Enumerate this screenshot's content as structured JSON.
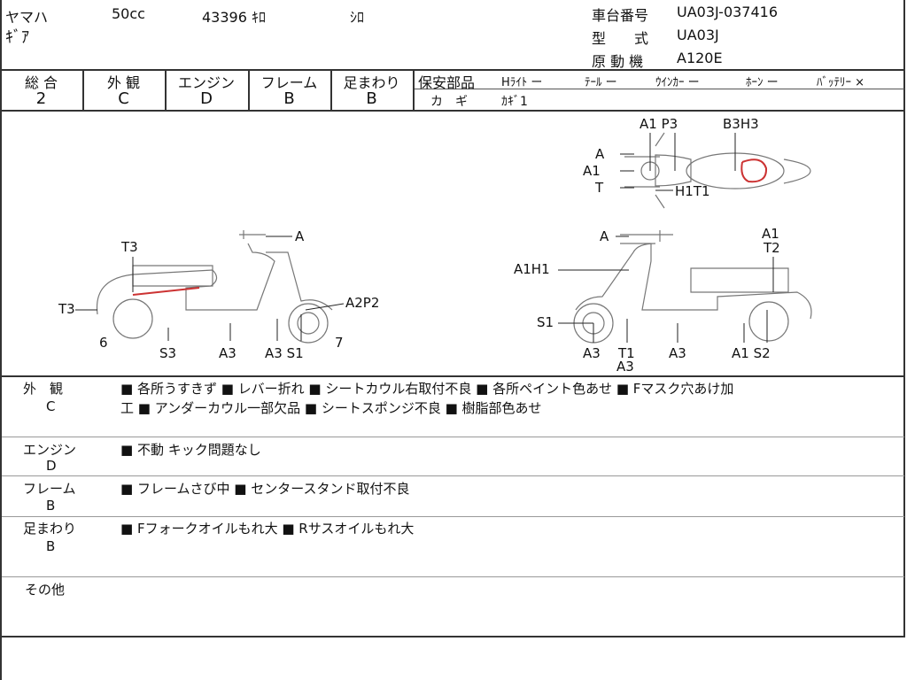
{
  "header": {
    "maker": "ヤマハ",
    "displacement": "50cc",
    "mileage": "43396 ｷﾛ",
    "color": "ｼﾛ",
    "model_name": "ｷﾞｱ",
    "frame_no_label": "車台番号",
    "frame_no": "UA03J-037416",
    "type_label": "型　　式",
    "type": "UA03J",
    "engine_label": "原 動 機",
    "engine": "A120E"
  },
  "grades": [
    {
      "label": "総 合",
      "value": "2"
    },
    {
      "label": "外 観",
      "value": "C"
    },
    {
      "label": "エンジン",
      "value": "D"
    },
    {
      "label": "フレーム",
      "value": "B"
    },
    {
      "label": "足まわり",
      "value": "B"
    }
  ],
  "safety": {
    "label": "保安部品",
    "items": [
      "Hﾗｲﾄ ー",
      "ﾃｰﾙ ー",
      "ｳｲﾝｶｰ ー",
      "ﾎｰﾝ ー",
      "ﾊﾞｯﾃﾘｰ ×"
    ],
    "key_label": "カ　ギ",
    "key_value": "ｶｷﾞ1"
  },
  "diagram": {
    "top": [
      "A1 P3",
      "B3H3",
      "A",
      "A1",
      "T",
      "H1T1"
    ],
    "left": [
      "A",
      "T3",
      "T3",
      "A2P2",
      "6",
      "7",
      "S3",
      "A3",
      "A3 S1"
    ],
    "right": [
      "A",
      "A1",
      "T2",
      "A1H1",
      "S1",
      "A3",
      "T1",
      "A3",
      "A3",
      "A1 S2"
    ]
  },
  "remarks": [
    {
      "label": "外　観",
      "grade": "C",
      "lines": [
        "■ 各所うすきず ■ レバー折れ ■ シートカウル右取付不良 ■ 各所ペイント色あせ ■ Fマスク穴あけ加",
        "工 ■ アンダーカウル一部欠品 ■ シートスポンジ不良 ■ 樹脂部色あせ"
      ]
    },
    {
      "label": "エンジン",
      "grade": "D",
      "lines": [
        "■ 不動 キック問題なし"
      ]
    },
    {
      "label": "フレーム",
      "grade": "B",
      "lines": [
        "■ フレームさび中 ■ センタースタンド取付不良"
      ]
    },
    {
      "label": "足まわり",
      "grade": "B",
      "lines": [
        "■ Fフォークオイルもれ大 ■ Rサスオイルもれ大"
      ]
    },
    {
      "label": "その他",
      "grade": "",
      "lines": []
    }
  ]
}
